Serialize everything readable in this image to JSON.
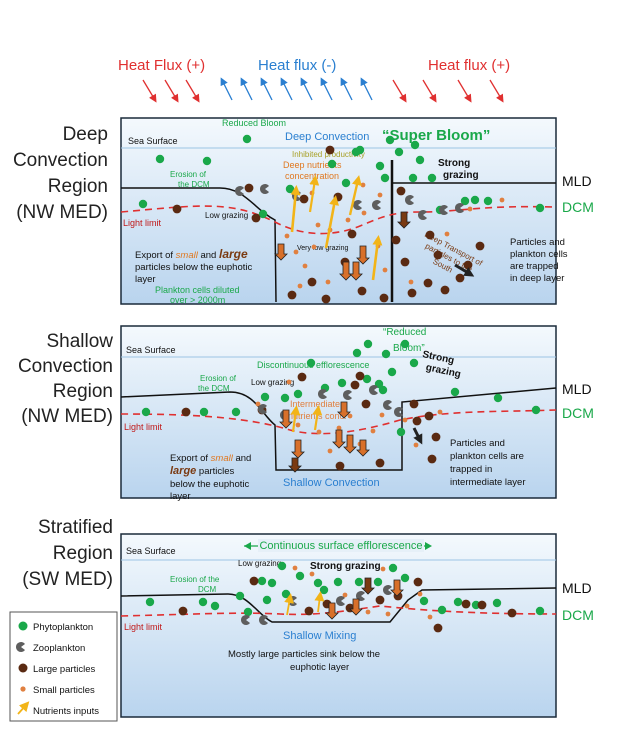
{
  "colors": {
    "red": "#e03030",
    "blue": "#2a7fd0",
    "green": "#1aa84a",
    "brown": "#5a2a12",
    "orange": "#e08040",
    "darkred": "#c01818",
    "nutrient": "#f2b418",
    "boxbg": "#e6f0f8"
  },
  "top_labels": {
    "heat_in_left": "Heat Flux (+)",
    "heat_out": "Heat flux (-)",
    "heat_in_right": "Heat flux (+)"
  },
  "panels": [
    {
      "id": "deep",
      "title_lines": [
        "Deep",
        "Convection",
        "Region",
        "(NW MED)"
      ],
      "labels": {
        "sea_surface": "Sea Surface",
        "reduced_bloom": "Reduced Bloom",
        "deep_convection": "Deep Convection",
        "super_bloom": "“Super Bloom”",
        "inhibited": "Inhibited productivity",
        "deep_nutrients_1": "Deep nutrients",
        "deep_nutrients_2": "concentration",
        "strong_grazing_1": "Strong",
        "strong_grazing_2": "grazing",
        "erosion_1": "Erosion of",
        "erosion_2": "the DCM",
        "low_grazing": "Low grazing",
        "very_low_grazing": "Very low grazing",
        "light_limit": "Light limit",
        "deep_transport_1": "Deep Transport of",
        "deep_transport_2": "particles to the",
        "deep_transport_3": "South",
        "export_1a": "Export of ",
        "export_small": "small",
        "export_1b": " and ",
        "export_large": "large",
        "export_2": "particles below the euphotic",
        "export_3": "layer",
        "diluted_1": "Plankton cells diluted",
        "diluted_2": "over > 2000m",
        "trapped_1": "Particles and",
        "trapped_2": "plankton cells",
        "trapped_3": "are trapped",
        "trapped_4": "in deep layer",
        "mld": "MLD",
        "dcm": "DCM"
      }
    },
    {
      "id": "shallow",
      "title_lines": [
        "Shallow",
        "Convection",
        "Region",
        "(NW MED)"
      ],
      "labels": {
        "sea_surface": "Sea Surface",
        "reduced_bloom_1": "“Reduced",
        "reduced_bloom_2": "Bloom”",
        "discontinuous": "Discontinuous efflorescence",
        "strong_grazing_1": "Strong",
        "strong_grazing_2": "grazing",
        "erosion_1": "Erosion of",
        "erosion_2": "the DCM",
        "low_grazing": "Low grazing",
        "intermediate_1": "Intermediate",
        "intermediate_2": "nutrients conc.",
        "light_limit": "Light limit",
        "export_1": "Export of ",
        "export_small": "small",
        "export_1b": " and",
        "export_large": "large",
        "export_2b": " particles",
        "export_3": "below the euphotic",
        "export_4": "layer",
        "shallow_convection": "Shallow Convection",
        "trapped_1": "Particles and",
        "trapped_2": "plankton cells are",
        "trapped_3": "trapped in",
        "trapped_4": "intermediate layer",
        "mld": "MLD",
        "dcm": "DCM"
      }
    },
    {
      "id": "stratified",
      "title_lines": [
        "Stratified",
        "Region",
        "(SW MED)"
      ],
      "labels": {
        "sea_surface": "Sea Surface",
        "continuous": "Continuous surface efflorescence",
        "low_grazing": "Low grazing",
        "strong_grazing": "Strong grazing",
        "erosion_1": "Erosion of the",
        "erosion_2": "DCM",
        "light_limit": "Light limit",
        "shallow_mixing": "Shallow Mixing",
        "sink_1": "Mostly large particles sink below the",
        "sink_2": "euphotic layer",
        "mld": "MLD",
        "dcm": "DCM"
      }
    }
  ],
  "legend": [
    {
      "label": "Phytoplankton",
      "icon": "green-circle"
    },
    {
      "label": "Zooplankton",
      "icon": "grey-pacman"
    },
    {
      "label": "Large particles",
      "icon": "brown-circle"
    },
    {
      "label": "Small particles",
      "icon": "orange-dot"
    },
    {
      "label": "Nutrients inputs",
      "icon": "yellow-arrow"
    }
  ]
}
